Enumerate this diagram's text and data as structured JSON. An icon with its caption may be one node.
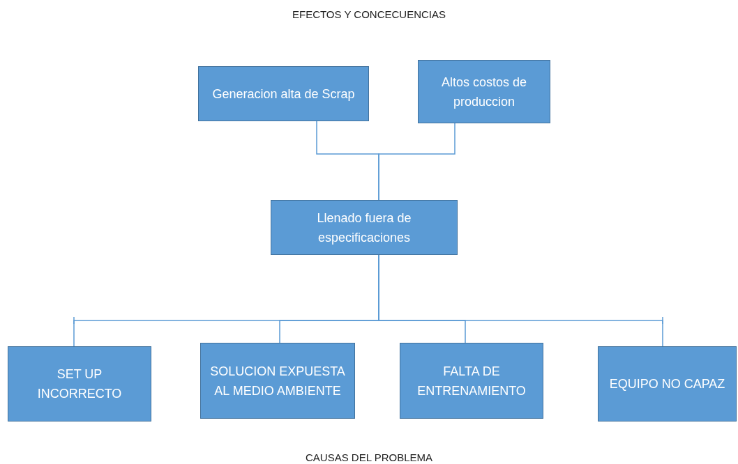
{
  "diagram": {
    "title": "EFECTOS Y CONCECUENCIAS",
    "nodes": [
      {
        "text": [
          "Generacion alta de Scrap"
        ]
      },
      {
        "text": [
          "Altos costos de produccion"
        ]
      },
      {
        "text": [
          "Llenado fuera de especificaciones"
        ]
      },
      {
        "text": [
          "SET UP INCORRECTO"
        ]
      },
      {
        "text": [
          "SOLUCION EXPUESTA AL MEDIO AMBIENTE"
        ]
      },
      {
        "text": [
          "FALTA DE ENTRENAMIENTO"
        ]
      },
      {
        "text": [
          "EQUIPO NO CAPAZ"
        ]
      }
    ],
    "edges": [
      {
        "from": 2,
        "to": 0,
        "arrow": "none"
      },
      {
        "from": 2,
        "to": 1,
        "arrow": "none"
      },
      {
        "from": 2,
        "to": 3,
        "arrow": "none"
      },
      {
        "from": 2,
        "to": 4,
        "arrow": "none"
      },
      {
        "from": 2,
        "to": 5,
        "arrow": "none"
      },
      {
        "from": 2,
        "to": 6,
        "arrow": "none"
      }
    ],
    "labels": [
      "CAUSAS DEL PROBLEMA"
    ]
  }
}
